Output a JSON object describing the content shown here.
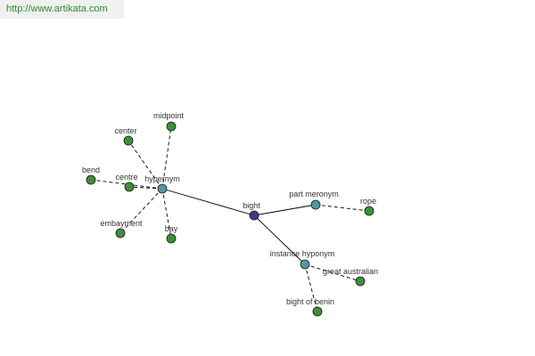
{
  "banner": {
    "url": "http://www.artikata.com"
  },
  "colors": {
    "leaf": "#3f8f3a",
    "relation": "#4f9aa0",
    "center": "#3c3c8c",
    "edge": "#000000",
    "banner_text": "#2e8b2e"
  },
  "graph": {
    "nodes": [
      {
        "id": "bight",
        "label": "bight",
        "kind": "center"
      },
      {
        "id": "hypernym",
        "label": "hypernym",
        "kind": "relation"
      },
      {
        "id": "part_meronym",
        "label": "part meronym",
        "kind": "relation"
      },
      {
        "id": "instance_hyponym",
        "label": "instance hyponym",
        "kind": "relation"
      },
      {
        "id": "midpoint",
        "label": "midpoint",
        "kind": "leaf"
      },
      {
        "id": "center",
        "label": "center",
        "kind": "leaf"
      },
      {
        "id": "bend",
        "label": "bend",
        "kind": "leaf"
      },
      {
        "id": "centre",
        "label": "centre",
        "kind": "leaf"
      },
      {
        "id": "embayment",
        "label": "embayment",
        "kind": "leaf"
      },
      {
        "id": "bay",
        "label": "bay",
        "kind": "leaf"
      },
      {
        "id": "rope",
        "label": "rope",
        "kind": "leaf"
      },
      {
        "id": "great_australian",
        "label": "great australian",
        "kind": "leaf"
      },
      {
        "id": "bight_of_benin",
        "label": "bight of benin",
        "kind": "leaf"
      }
    ],
    "edges": [
      {
        "from": "bight",
        "to": "hypernym",
        "style": "solid"
      },
      {
        "from": "bight",
        "to": "part_meronym",
        "style": "solid"
      },
      {
        "from": "bight",
        "to": "instance_hyponym",
        "style": "solid"
      },
      {
        "from": "hypernym",
        "to": "midpoint",
        "style": "dashed"
      },
      {
        "from": "hypernym",
        "to": "center",
        "style": "dashed"
      },
      {
        "from": "hypernym",
        "to": "bend",
        "style": "dashed"
      },
      {
        "from": "hypernym",
        "to": "centre",
        "style": "dashed"
      },
      {
        "from": "hypernym",
        "to": "embayment",
        "style": "dashed"
      },
      {
        "from": "hypernym",
        "to": "bay",
        "style": "dashed"
      },
      {
        "from": "part_meronym",
        "to": "rope",
        "style": "dashed"
      },
      {
        "from": "instance_hyponym",
        "to": "great_australian",
        "style": "dashed"
      },
      {
        "from": "instance_hyponym",
        "to": "bight_of_benin",
        "style": "dashed"
      }
    ]
  }
}
